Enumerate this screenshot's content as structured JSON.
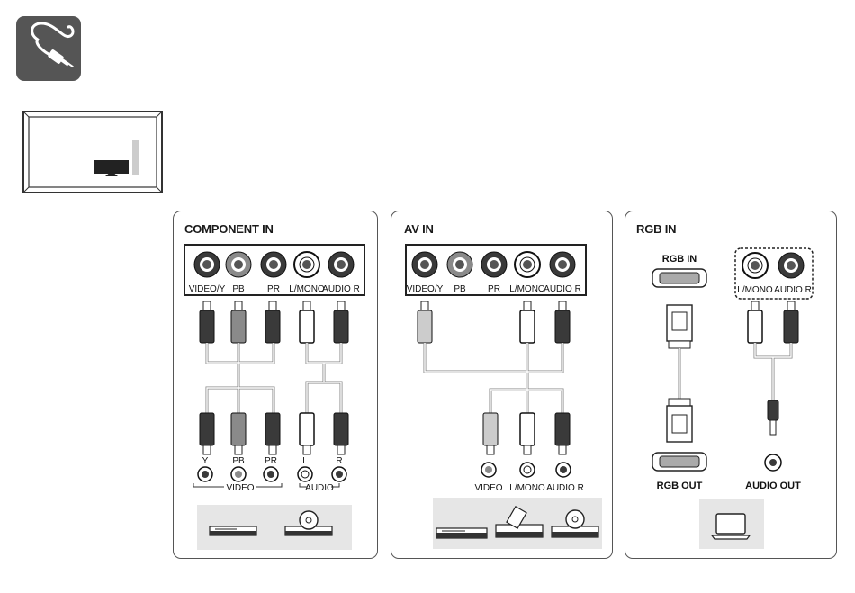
{
  "panels": {
    "component": {
      "title": "COMPONENT IN",
      "port_labels": [
        "VIDEO/Y",
        "PB",
        "PR",
        "L/MONO",
        "AUDIO R"
      ],
      "source_labels": [
        "Y",
        "PB",
        "PR",
        "L",
        "R"
      ],
      "group_labels": [
        "VIDEO",
        "AUDIO"
      ],
      "devices": [
        "dvd-player-icon",
        "disc-player-icon"
      ]
    },
    "av": {
      "title": "AV IN",
      "port_labels": [
        "VIDEO/Y",
        "PB",
        "PR",
        "L/MONO",
        "AUDIO R"
      ],
      "source_labels": [
        "VIDEO",
        "L/MONO",
        "AUDIO R"
      ],
      "devices": [
        "dvd-player-icon",
        "vcr-icon",
        "disc-player-icon"
      ]
    },
    "rgb": {
      "title": "RGB IN",
      "port_labels": [
        "RGB IN",
        "L/MONO",
        "AUDIO R"
      ],
      "source_labels": [
        "RGB OUT",
        "AUDIO OUT"
      ],
      "devices": [
        "laptop-icon"
      ]
    }
  },
  "colors": {
    "jack_dark": "#3a3a3a",
    "jack_gray": "#8a8a8a",
    "jack_white": "#ffffff",
    "device_bg": "#e6e6e6"
  }
}
